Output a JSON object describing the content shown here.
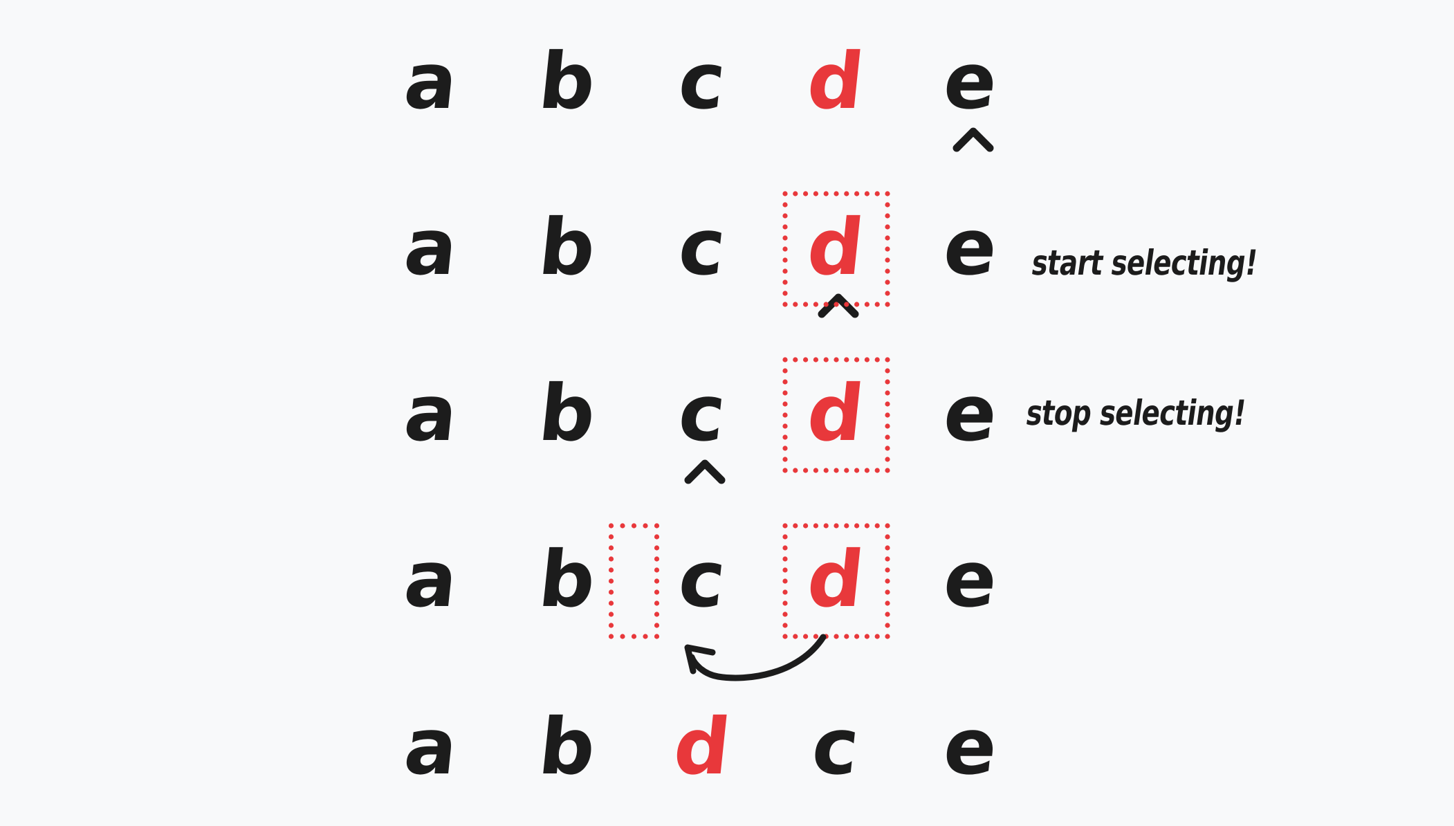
{
  "colors": {
    "ink": "#1c1c1c",
    "highlight": "#e8383b",
    "background": "#f8f9fa"
  },
  "rows": [
    {
      "letters": [
        "a",
        "b",
        "c",
        "d",
        "e"
      ],
      "highlight": 3,
      "caret_after": 4,
      "boxes": [],
      "note": ""
    },
    {
      "letters": [
        "a",
        "b",
        "c",
        "d",
        "e"
      ],
      "highlight": 3,
      "caret_after": 3,
      "boxes": [
        "d"
      ],
      "note": "start selecting!"
    },
    {
      "letters": [
        "a",
        "b",
        "c",
        "d",
        "e"
      ],
      "highlight": 3,
      "caret_after": 2,
      "boxes": [
        "d"
      ],
      "note": "stop selecting!"
    },
    {
      "letters": [
        "a",
        "b",
        "c",
        "d",
        "e"
      ],
      "highlight": 3,
      "caret_after": null,
      "boxes": [
        "d",
        "gap-b-c"
      ],
      "move_arrow": "d-to-gap-b-c",
      "note": ""
    },
    {
      "letters": [
        "a",
        "b",
        "d",
        "c",
        "e"
      ],
      "highlight": 2,
      "caret_after": null,
      "boxes": [],
      "note": ""
    }
  ],
  "icons": {
    "caret": "caret-up-icon",
    "box": "dotted-selection-box",
    "arrow": "curved-arrow-icon"
  }
}
